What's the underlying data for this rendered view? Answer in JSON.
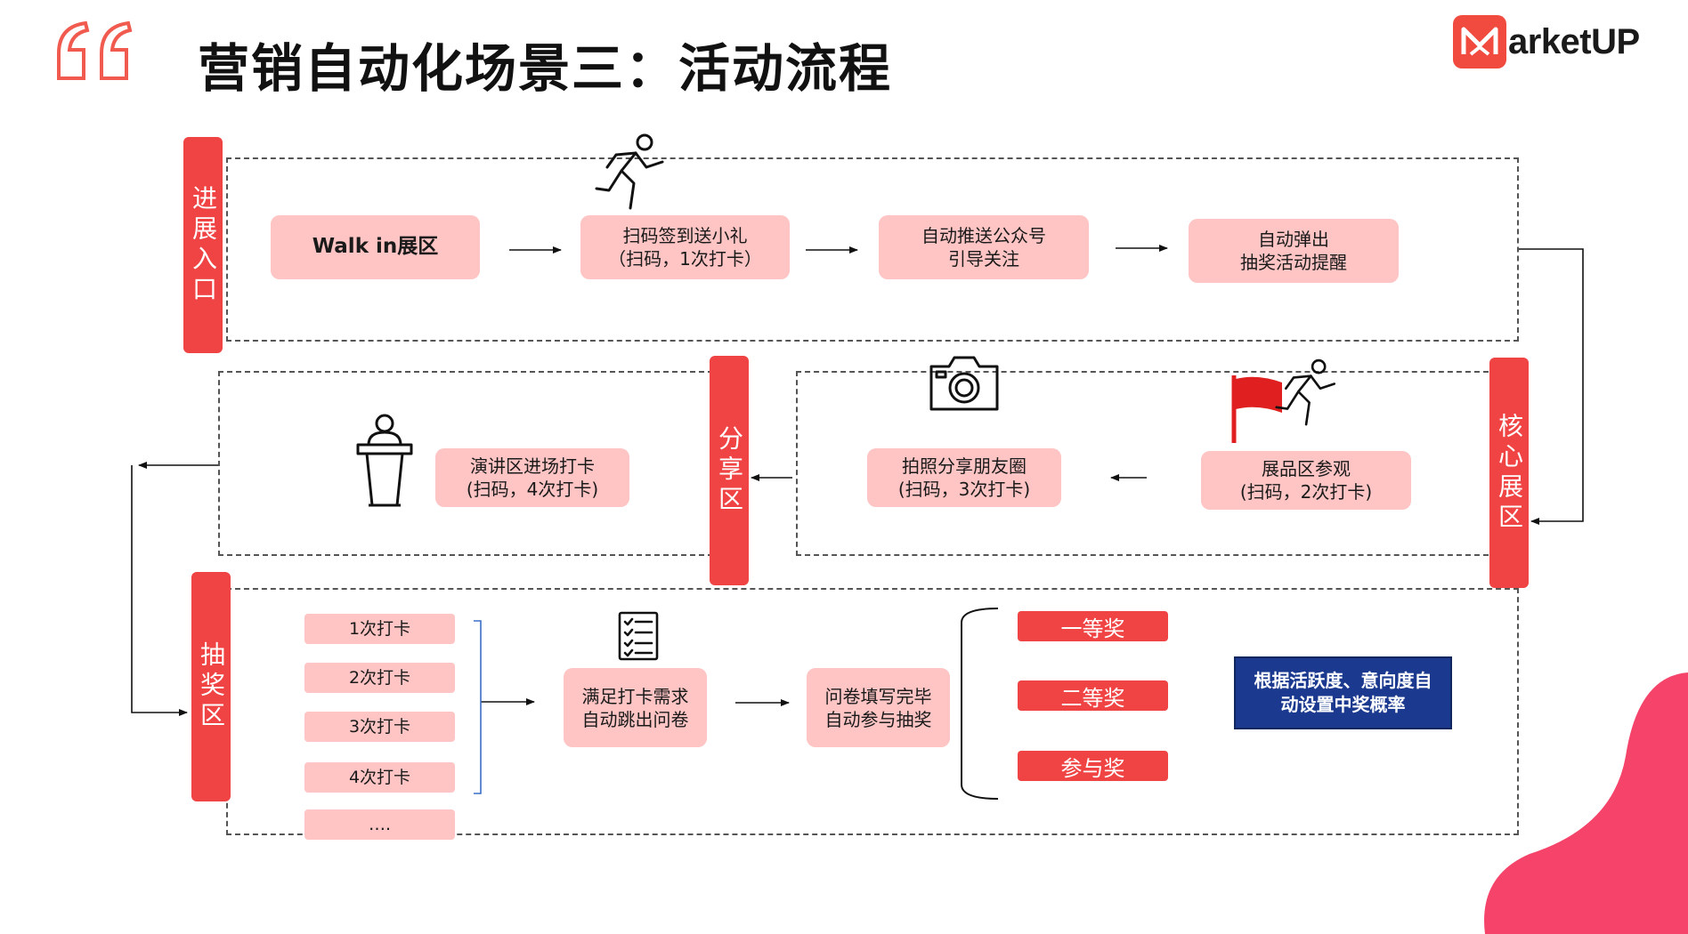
{
  "header": {
    "title": "营销自动化场景三：活动流程",
    "logo_text": "arketUP"
  },
  "sections": {
    "entrance": "进展入口",
    "core": "核心展区",
    "share": "分享区",
    "lottery": "抽奖区"
  },
  "row1": [
    {
      "line1": "Walk in展区",
      "line2": ""
    },
    {
      "line1": "扫码签到送小礼",
      "line2": "（扫码，1次打卡）"
    },
    {
      "line1": "自动推送公众号",
      "line2": "引导关注"
    },
    {
      "line1": "自动弹出",
      "line2": "抽奖活动提醒"
    }
  ],
  "row2": [
    {
      "line1": "展品区参观",
      "line2": "(扫码，2次打卡)"
    },
    {
      "line1": "拍照分享朋友圈",
      "line2": "(扫码，3次打卡)"
    },
    {
      "line1": "演讲区进场打卡",
      "line2": "(扫码，4次打卡)"
    }
  ],
  "checkins": [
    "1次打卡",
    "2次打卡",
    "3次打卡",
    "4次打卡",
    "…."
  ],
  "row3": [
    {
      "line1": "满足打卡需求",
      "line2": "自动跳出问卷"
    },
    {
      "line1": "问卷填写完毕",
      "line2": "自动参与抽奖"
    }
  ],
  "prizes": [
    "一等奖",
    "二等奖",
    "参与奖"
  ],
  "note": "根据活跃度、意向度自动设置中奖概率",
  "colors": {
    "accent_red": "#f04444",
    "step_pink": "#ffc4c4",
    "note_blue": "#1b3a8f"
  },
  "icons": [
    "quote-icon",
    "runner-icon",
    "camera-icon",
    "flag-icon",
    "podium-icon",
    "checklist-icon"
  ]
}
